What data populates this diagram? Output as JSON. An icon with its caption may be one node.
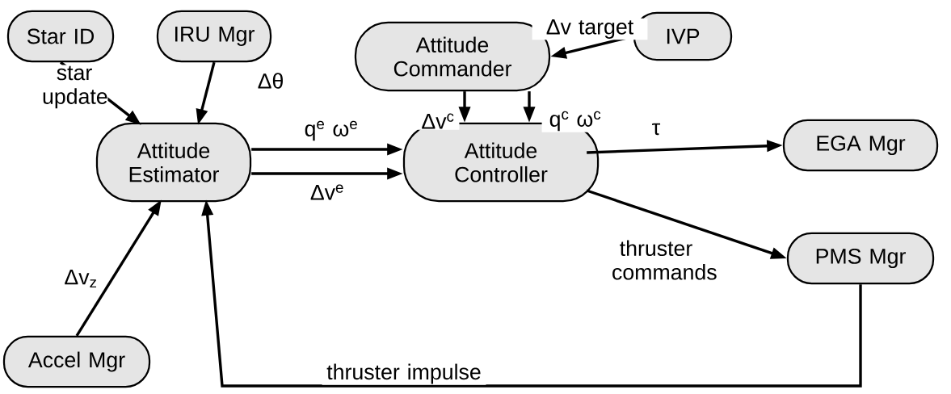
{
  "diagram": {
    "nodes": [
      {
        "text": [
          "Star ID"
        ]
      },
      {
        "text": [
          "IRU Mgr"
        ]
      },
      {
        "text": [
          "Attitude Commander"
        ]
      },
      {
        "text": [
          "IVP"
        ]
      },
      {
        "text": [
          "Attitude Estimator"
        ]
      },
      {
        "text": [
          "Attitude Controller"
        ]
      },
      {
        "text": [
          "EGA Mgr"
        ]
      },
      {
        "text": [
          "PMS Mgr"
        ]
      },
      {
        "text": [
          "Accel Mgr"
        ]
      }
    ],
    "edges": [
      {
        "from": 0,
        "to": 4,
        "arrow": "to",
        "label": "star update"
      },
      {
        "from": 1,
        "to": 4,
        "arrow": "to",
        "label": "Δθ"
      },
      {
        "from": 3,
        "to": 2,
        "arrow": "to",
        "label": "Δv target"
      },
      {
        "from": 2,
        "to": 5,
        "arrow": "to",
        "label": "Δv$^{c}$"
      },
      {
        "from": 2,
        "to": 5,
        "arrow": "to",
        "label": "q$^{c}$ ω$^{c}$"
      },
      {
        "from": 4,
        "to": 5,
        "arrow": "to",
        "label": "q$^{e}$ ω$^{e}$"
      },
      {
        "from": 4,
        "to": 5,
        "arrow": "to",
        "label": "Δv$^{e}$"
      },
      {
        "from": 5,
        "to": 6,
        "arrow": "to",
        "label": "τ"
      },
      {
        "from": 5,
        "to": 7,
        "arrow": "to",
        "label": "thruster commands"
      },
      {
        "from": 8,
        "to": 4,
        "arrow": "to",
        "label": "Δv$_{z}$"
      },
      {
        "from": 7,
        "to": 4,
        "arrow": "to",
        "label": "thruster impulse"
      }
    ]
  }
}
